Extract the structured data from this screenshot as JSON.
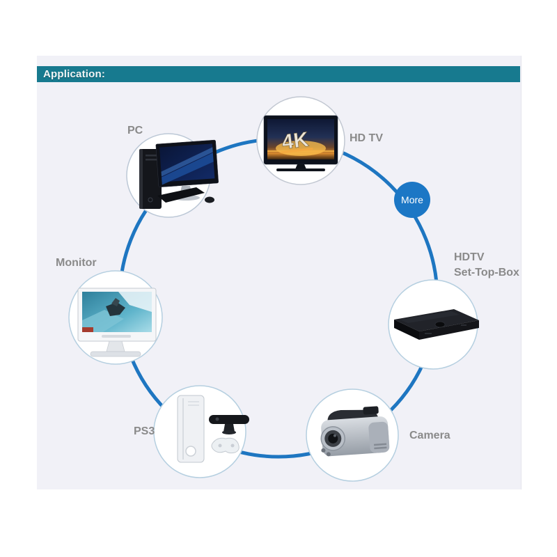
{
  "panel": {
    "background": "#f1f1f7",
    "header": {
      "label": "Application:",
      "background": "#177a8f",
      "text_color": "#f2f7f8"
    }
  },
  "diagram": {
    "ring_color": "#1e76c1",
    "node_fill": "#ffffff",
    "node_border_color": "#bcc8d6",
    "label_color": "#8a8a8a",
    "more_badge": {
      "label": "More",
      "background": "#1c77c5",
      "text_color": "#ffffff"
    },
    "tv_screen_text": "4K",
    "nodes": [
      {
        "id": "pc",
        "label": "PC"
      },
      {
        "id": "hd-tv",
        "label": "HD TV"
      },
      {
        "id": "hdtv-set-top-box",
        "label_line1": "HDTV",
        "label_line2": "Set-Top-Box"
      },
      {
        "id": "camera",
        "label": "Camera"
      },
      {
        "id": "ps3",
        "label": "PS3"
      },
      {
        "id": "monitor",
        "label": "Monitor"
      }
    ]
  }
}
